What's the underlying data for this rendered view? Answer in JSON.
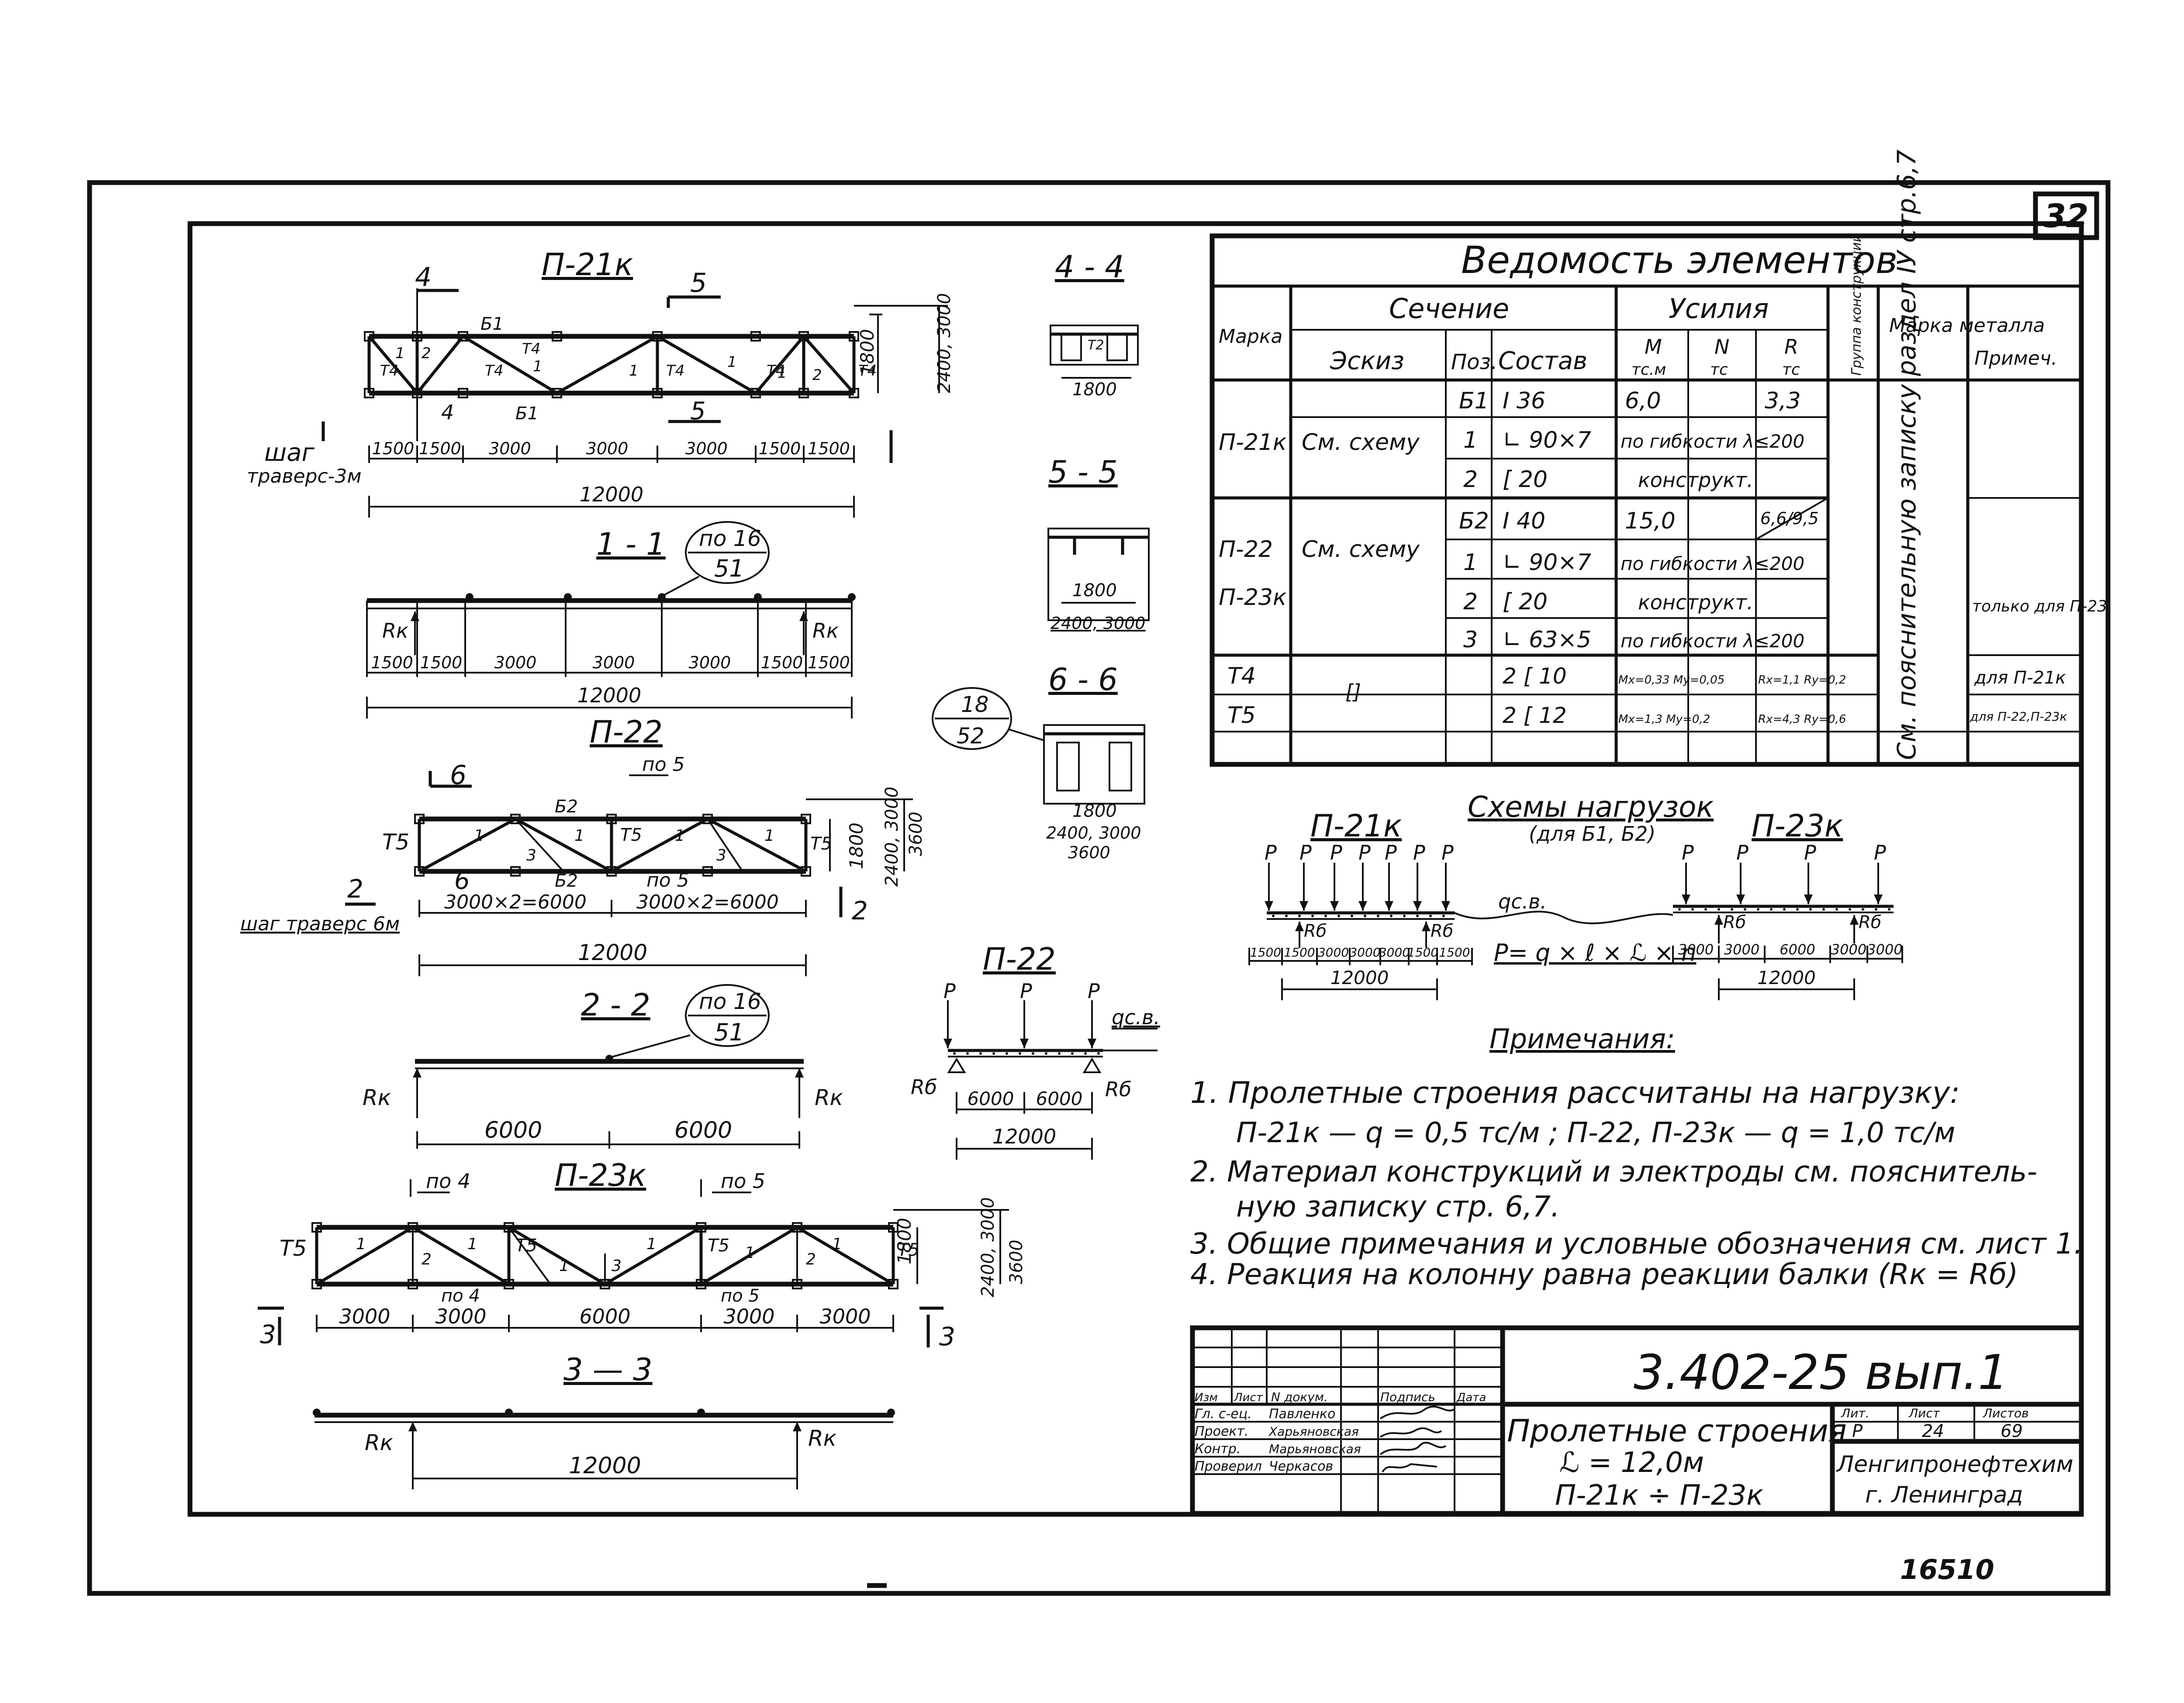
{
  "sheet_number": "32",
  "archive_number": "16510",
  "doc_code": "3.402-25 вып.1",
  "title_block": {
    "name_lines": [
      "Пролетные строения",
      "ℒ = 12,0м",
      "П-21к ÷ П-23к"
    ],
    "org": [
      "Ленгипронефтехим",
      "г. Ленинград"
    ],
    "stage_headers": [
      "Лит.",
      "Лист",
      "Листов"
    ],
    "stage_values": [
      "Р",
      "24",
      "69"
    ],
    "rev_headers": [
      "Изм",
      "Лист",
      "N докум.",
      "Подпись",
      "Дата"
    ],
    "staff": [
      {
        "role": "Гл. с-ец.",
        "name": "Павленко"
      },
      {
        "role": "Проект.",
        "name": "Харьяновская"
      },
      {
        "role": "Контр.",
        "name": "Марьяновская"
      },
      {
        "role": "Проверил",
        "name": "Черкасов"
      }
    ]
  },
  "schedule": {
    "title": "Ведомость элементов",
    "headers": {
      "mark": "Марка",
      "section": "Сечение",
      "sketch": "Эскиз",
      "pos": "Поз.",
      "composition": "Состав",
      "forces": "Усилия",
      "m": "М",
      "m_unit": "тс.м",
      "n": "N",
      "n_unit": "тс",
      "r": "R",
      "r_unit": "тс",
      "group": "Группа конструкций",
      "steel": "Марка металла",
      "note": "Примеч."
    },
    "rows": [
      {
        "mark": "П-21к",
        "sketch": "См. схему",
        "pos": "Б1",
        "comp": "I 36",
        "m": "6,0",
        "n": "",
        "r": "3,3",
        "note": ""
      },
      {
        "mark": "",
        "sketch": "",
        "pos": "1",
        "comp": "∟ 90×7",
        "m": "по гибкости λ≤200",
        "n": "",
        "r": "",
        "note": ""
      },
      {
        "mark": "",
        "sketch": "",
        "pos": "2",
        "comp": "[ 20",
        "m": "конструкт.",
        "n": "",
        "r": "",
        "note": ""
      },
      {
        "mark": "П-22",
        "sketch": "См. схему",
        "pos": "Б2",
        "comp": "I 40",
        "m": "15,0",
        "n": "",
        "r": "6,6/9,5",
        "note": ""
      },
      {
        "mark": "П-23к",
        "sketch": "",
        "pos": "1",
        "comp": "∟ 90×7",
        "m": "по гибкости λ≤200",
        "n": "",
        "r": "",
        "note": ""
      },
      {
        "mark": "",
        "sketch": "",
        "pos": "2",
        "comp": "[ 20",
        "m": "конструкт.",
        "n": "",
        "r": "",
        "note": "только для П-23"
      },
      {
        "mark": "",
        "sketch": "",
        "pos": "3",
        "comp": "∟ 63×5",
        "m": "по гибкости λ≤200",
        "n": "",
        "r": "",
        "note": ""
      },
      {
        "mark": "Т4",
        "sketch": "[]",
        "pos": "",
        "comp": "2 [ 10",
        "m": "Мх=0,33 Му=0,05",
        "n": "",
        "r": "Rх=1,1 Rу=0,2",
        "note": "для П-21к"
      },
      {
        "mark": "Т5",
        "sketch": "",
        "pos": "",
        "comp": "2 [ 12",
        "m": "Мх=1,3 Му=0,2",
        "n": "",
        "r": "Rх=4,3 Rу=0,6",
        "note": "для П-22,П-23к"
      }
    ],
    "group_note": "См. пояснительную записку раздел IУ стр.6,7"
  },
  "load_schemes": {
    "title": "Схемы нагрузок",
    "subtitle": "(для Б1, Б2)",
    "left_label": "П-21к",
    "right_label": "П-23к",
    "p": "Р",
    "qcb": "qс.в.",
    "formula": "Р= q × ℓ × ℒ × n",
    "r_label": "Rб",
    "left_dims": [
      "1500",
      "1500",
      "3000",
      "3000",
      "3000",
      "1500",
      "1500"
    ],
    "right_dims": [
      "3000",
      "3000",
      "6000",
      "3000",
      "3000"
    ],
    "total": "12000"
  },
  "notes": {
    "title": "Примечания:",
    "items": [
      "1. Пролетные строения рассчитаны на нагрузку:",
      "П-21к — q = 0,5 тс/м ;  П-22, П-23к — q = 1,0 тс/м",
      "2. Материал конструкций и электроды см. пояснитель-",
      "ную записку стр. 6,7.",
      "3. Общие примечания и условные обозначения см. лист 1.",
      "4. Реакция на колонну равна реакции балки (Rк = Rб)"
    ]
  },
  "drawings": {
    "p21k": {
      "title": "П-21к",
      "dims": [
        "1500",
        "1500",
        "3000",
        "3000",
        "3000",
        "1500",
        "1500"
      ],
      "total": "12000",
      "height_dims": [
        "1800",
        "2400, 3000"
      ],
      "step_label": "шаг",
      "step_sub": "траверс-3м",
      "labels": [
        "Б1",
        "Т4",
        "1",
        "2",
        "4",
        "5"
      ]
    },
    "sec11": {
      "title": "1 - 1",
      "callout_top": "по 16",
      "callout_bottom": "51",
      "dims": [
        "1500",
        "1500",
        "3000",
        "3000",
        "3000",
        "1500",
        "1500"
      ],
      "total": "12000",
      "r": "Rк"
    },
    "p22": {
      "title": "П-22",
      "dims": [
        "3000×2=6000",
        "3000×2=6000"
      ],
      "total": "12000",
      "height_dims": [
        "1800",
        "2400, 3000",
        "3600"
      ],
      "step_label": "шаг траверс 6м",
      "labels": [
        "Б2",
        "Т5",
        "1",
        "3",
        "по 5",
        "6",
        "2"
      ]
    },
    "sec22": {
      "title": "2 - 2",
      "callout_top": "по 16",
      "callout_bottom": "51",
      "dims": [
        "6000",
        "6000"
      ],
      "r": "Rк"
    },
    "p23k": {
      "title": "П-23к",
      "dims": [
        "3000",
        "3000",
        "6000",
        "3000",
        "3000"
      ],
      "height_dims": [
        "1800",
        "2400, 3000",
        "3600"
      ],
      "labels": [
        "Т5",
        "1",
        "2",
        "3",
        "по 4",
        "по 5",
        "3"
      ]
    },
    "sec33": {
      "title": "3 — 3",
      "total": "12000",
      "r": "Rк"
    },
    "sec44": {
      "title": "4 - 4",
      "dim": "1800",
      "label": "Т2"
    },
    "sec55": {
      "title": "5 - 5",
      "dims": [
        "1800",
        "2400, 3000"
      ]
    },
    "sec66": {
      "title": "6 - 6",
      "dims": [
        "1800",
        "2400, 3000",
        "3600"
      ],
      "callout_top": "18",
      "callout_bottom": "52"
    },
    "p22load": {
      "title": "П-22",
      "p": "Р",
      "qcb": "qс.в.",
      "r": "Rб",
      "dims": [
        "6000",
        "6000"
      ],
      "total": "12000"
    }
  }
}
